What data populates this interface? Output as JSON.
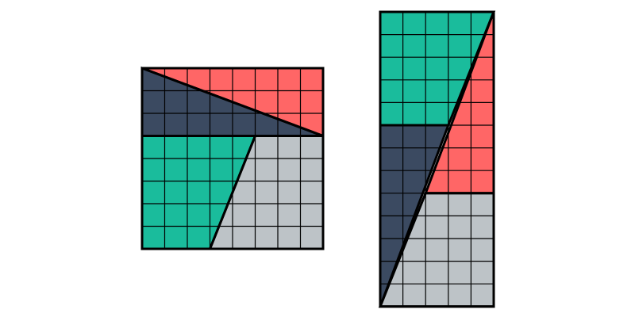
{
  "colors": {
    "background": "#ffffff",
    "coral": "#ff6666",
    "navy": "#3b4a61",
    "teal": "#1abc9c",
    "gray": "#bdc3c7",
    "grid_line": "#000000"
  },
  "figures": [
    {
      "name": "square",
      "cols": 8,
      "rows": 8,
      "pieces": [
        {
          "name": "coral-triangle",
          "color": "coral",
          "points": [
            [
              0,
              0
            ],
            [
              8,
              0
            ],
            [
              8,
              3
            ]
          ]
        },
        {
          "name": "navy-triangle",
          "color": "navy",
          "points": [
            [
              0,
              0
            ],
            [
              8,
              3
            ],
            [
              0,
              3
            ]
          ]
        },
        {
          "name": "teal-trapezoid",
          "color": "teal",
          "points": [
            [
              0,
              3
            ],
            [
              5,
              3
            ],
            [
              3,
              8
            ],
            [
              0,
              8
            ]
          ]
        },
        {
          "name": "gray-trapezoid",
          "color": "gray",
          "points": [
            [
              5,
              3
            ],
            [
              8,
              3
            ],
            [
              8,
              8
            ],
            [
              3,
              8
            ]
          ]
        }
      ]
    },
    {
      "name": "rectangle",
      "cols": 5,
      "rows": 13,
      "pieces": [
        {
          "name": "teal-trapezoid",
          "color": "teal",
          "points": [
            [
              0,
              0
            ],
            [
              5,
              0
            ],
            [
              3,
              5
            ],
            [
              0,
              5
            ]
          ]
        },
        {
          "name": "coral-triangle",
          "color": "coral",
          "points": [
            [
              5,
              0
            ],
            [
              5,
              8
            ],
            [
              2,
              8
            ]
          ]
        },
        {
          "name": "navy-triangle",
          "color": "navy",
          "points": [
            [
              0,
              5
            ],
            [
              3,
              5
            ],
            [
              0,
              13
            ]
          ]
        },
        {
          "name": "gray-trapezoid",
          "color": "gray",
          "points": [
            [
              2,
              8
            ],
            [
              5,
              8
            ],
            [
              5,
              13
            ],
            [
              0,
              13
            ]
          ]
        }
      ]
    }
  ]
}
